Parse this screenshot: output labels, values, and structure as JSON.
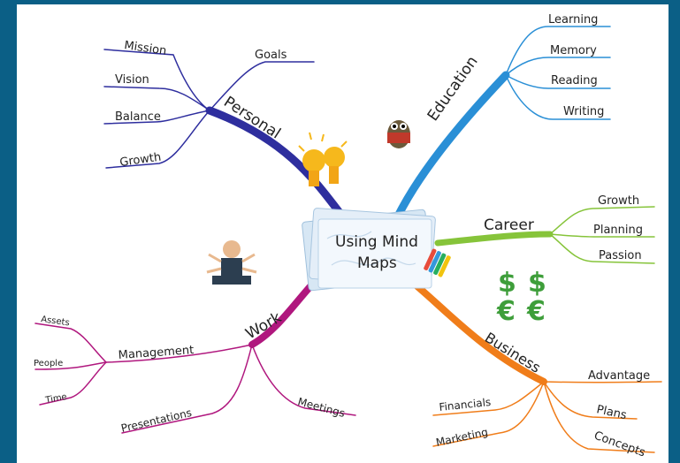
{
  "center": {
    "line1": "Using Mind",
    "line2": "Maps"
  },
  "branches": {
    "personal": {
      "label": "Personal",
      "color": "#2e2e9e",
      "children": [
        "Mission",
        "Goals",
        "Vision",
        "Balance",
        "Growth"
      ]
    },
    "education": {
      "label": "Education",
      "color": "#2a8fd6",
      "children": [
        "Learning",
        "Memory",
        "Reading",
        "Writing"
      ]
    },
    "career": {
      "label": "Career",
      "color": "#86c43a",
      "children": [
        "Growth",
        "Planning",
        "Passion"
      ]
    },
    "business": {
      "label": "Business",
      "color": "#f07d1a",
      "children": [
        "Advantage",
        "Plans",
        "Concepts",
        "Financials",
        "Marketing"
      ]
    },
    "work": {
      "label": "Work",
      "color": "#b0177e",
      "children": [
        "Management",
        "Presentations",
        "Meetings"
      ],
      "management_children": [
        "Assets",
        "People",
        "Time"
      ]
    }
  },
  "currency": {
    "dollar": "$",
    "euro": "€"
  }
}
